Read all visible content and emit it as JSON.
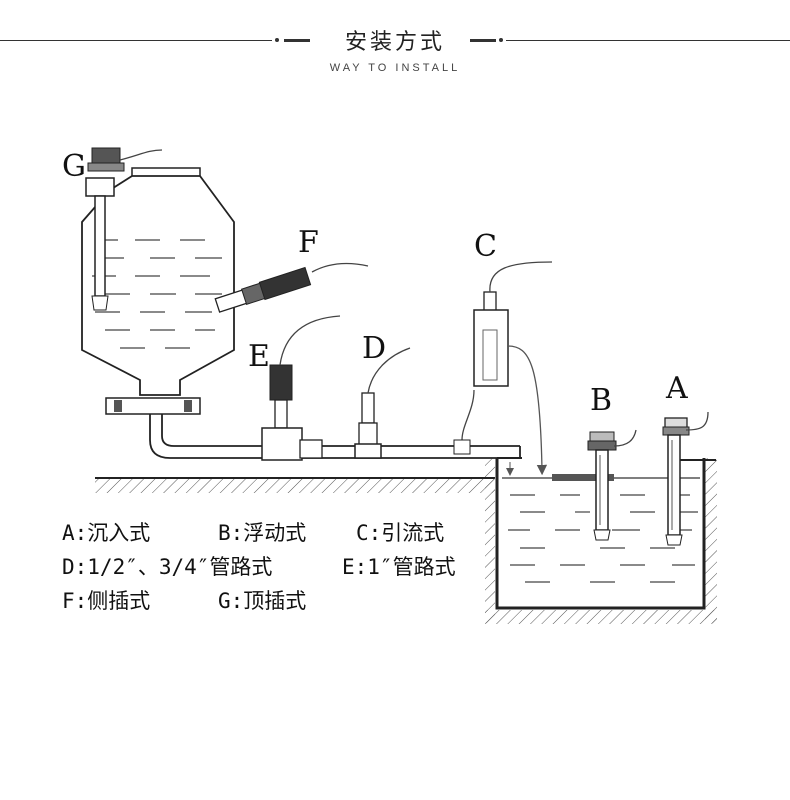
{
  "header": {
    "title": "安装方式",
    "subtitle": "WAY TO INSTALL"
  },
  "diagram": {
    "labels": {
      "a": "A",
      "b": "B",
      "c": "C",
      "d": "D",
      "e": "E",
      "f": "F",
      "g": "G"
    },
    "legend": {
      "row1": [
        "A:沉入式",
        "B:浮动式",
        "C:引流式"
      ],
      "row2": [
        "D:1/2″、3/4″管路式",
        "E:1″管路式"
      ],
      "row3": [
        "F:侧插式",
        "G:顶插式"
      ]
    }
  }
}
